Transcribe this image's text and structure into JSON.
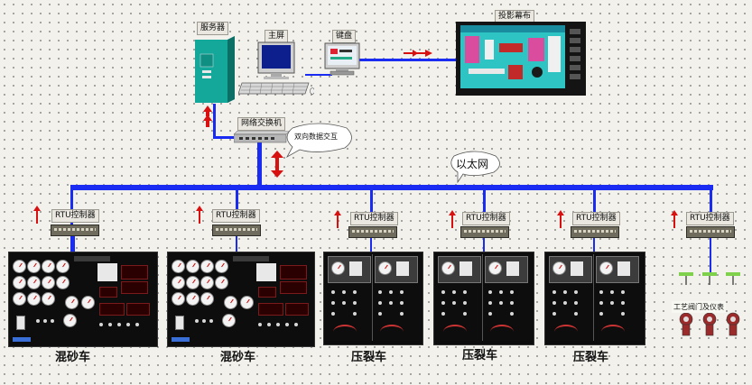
{
  "colors": {
    "network": "#1a2cf2",
    "arrow": "#d81010",
    "panel": "#0d0d0d"
  },
  "top": {
    "server_label": "服务器",
    "host_label": "主屏",
    "terminal_label": "键盘",
    "screen_label": "投影幕布",
    "switch_label": "网络交换机",
    "exchange_callout": "双向数据交互"
  },
  "ethernet_label": "以太网",
  "rtu_label": "RTU控制器",
  "vehicles": [
    {
      "name": "混砂车"
    },
    {
      "name": "混砂车"
    },
    {
      "name": "压裂车"
    },
    {
      "name": "压裂车"
    },
    {
      "name": "压裂车"
    }
  ],
  "instrument_label": "工艺阀门及仪表"
}
